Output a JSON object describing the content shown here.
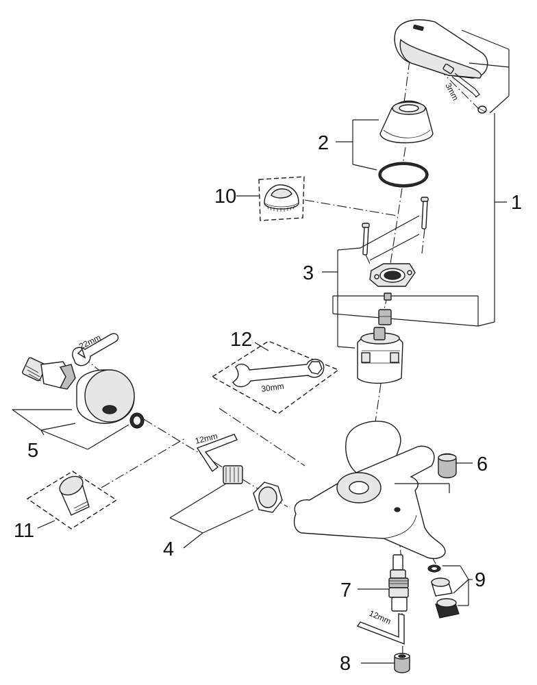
{
  "labels": {
    "p1": "1",
    "p2": "2",
    "p3": "3",
    "p4": "4",
    "p5": "5",
    "p6": "6",
    "p7": "7",
    "p8": "8",
    "p9": "9",
    "p10": "10",
    "p11": "11",
    "p12": "12"
  },
  "dimensions": {
    "hex_key_top": "3mm",
    "wrench_22": "22mm",
    "wrench_30": "30mm",
    "hex_key_left": "12mm",
    "hex_key_bottom": "12mm"
  }
}
